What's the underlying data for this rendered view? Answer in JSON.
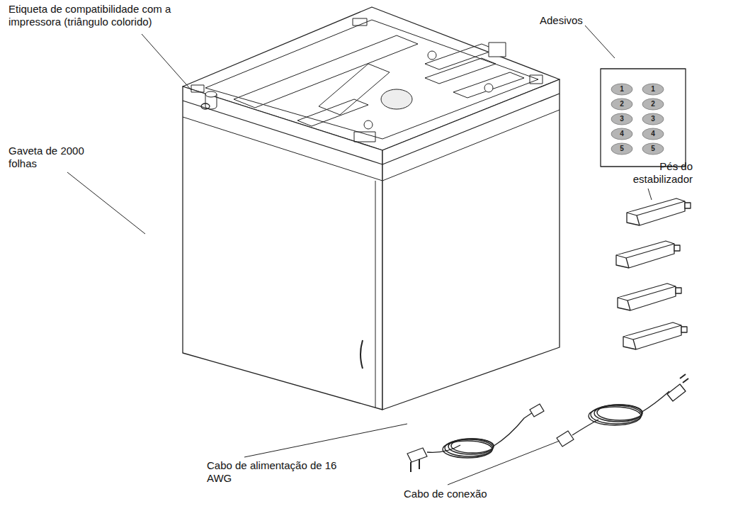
{
  "diagram": {
    "labels": [
      "Etiqueta de compatibilidade com a impressora (triângulo colorido)",
      "Gaveta de 2000 folhas",
      "Adesivos",
      "Pés do estabilizador",
      "Cabo de alimentação de 16 AWG",
      "Cabo de conexão",
      "1",
      "1",
      "2",
      "2",
      "3",
      "3",
      "4",
      "4",
      "5",
      "5"
    ]
  }
}
